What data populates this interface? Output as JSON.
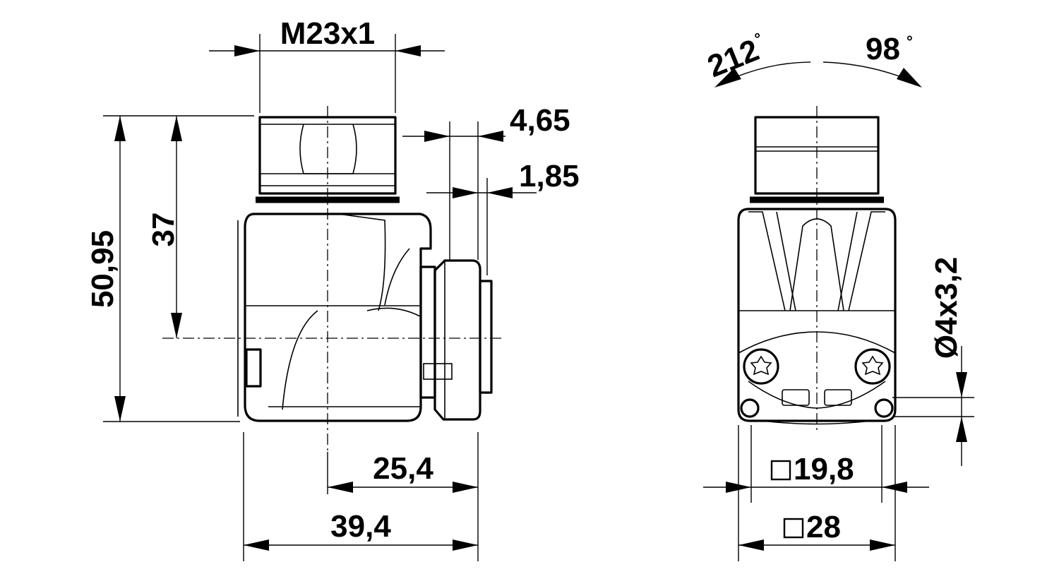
{
  "dimensions": {
    "thread": "M23x1",
    "height_total": "50,95",
    "height_axis": "37",
    "offset_a": "4,65",
    "offset_b": "1,85",
    "width_axis": "25,4",
    "width_total": "39,4",
    "hole_spacing": "19,8",
    "square_width": "28",
    "screw_holes": "Ø4x3,2",
    "rotation_left": "212",
    "rotation_right": "98",
    "degree_symbol": "°"
  }
}
